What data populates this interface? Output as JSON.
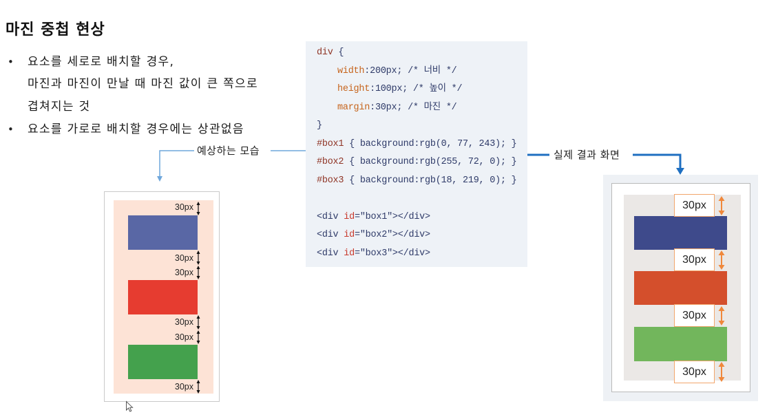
{
  "slide": {
    "title": "마진 중첩 현상",
    "bullet_symbol": "•",
    "bullets": [
      {
        "lines": [
          "요소를 세로로 배치할 경우,",
          "마진과 마진이 만날 때 마진 값이 큰 쪽으로",
          "겹쳐지는 것"
        ]
      },
      {
        "lines": [
          "요소를 가로로 배치할 경우에는 상관없음"
        ]
      }
    ]
  },
  "code": {
    "lines": [
      [
        "div",
        " {"
      ],
      [
        "width",
        ":200px; /* 너비 */"
      ],
      [
        "height",
        ":100px; /* 높이 */"
      ],
      [
        "margin",
        ":30px; /* 마진 */"
      ],
      [
        "}"
      ],
      [
        "#box1",
        " { background:rgb(0, 77, 243); }"
      ],
      [
        "#box2",
        " { background:rgb(255, 72, 0); }"
      ],
      [
        "#box3",
        " { background:rgb(18, 219, 0); }"
      ],
      [],
      [
        "<div ",
        "id",
        "=\"box1\"></div>"
      ],
      [
        "<div ",
        "id",
        "=\"box2\"></div>"
      ],
      [
        "<div ",
        "id",
        "=\"box3\"></div>"
      ]
    ]
  },
  "callouts": {
    "expected_label": "예상하는 모습",
    "actual_label": "실제 결과 화면"
  },
  "expected_diagram": {
    "margin_labels": [
      "30px",
      "30px",
      "30px",
      "30px",
      "30px",
      "30px"
    ]
  },
  "actual_diagram": {
    "margin_labels": [
      "30px",
      "30px",
      "30px",
      "30px"
    ]
  },
  "colors": {
    "code-bg": "#eef2f7",
    "code-text": "#2e3a68",
    "code-selector": "#8f3425",
    "code-property": "#c6641c",
    "code-attribute": "#c8392c",
    "expected-bg": "#fde3d6",
    "expected-box1": "#5967a5",
    "expected-box2": "#e63c30",
    "expected-box3": "#44a14d",
    "actual-box1": "#3e4a8b",
    "actual-box2": "#d44f2c",
    "actual-box3": "#72b65c",
    "actual-arrow": "#f0883b",
    "callout-expected": "#6fa7dc",
    "callout-actual": "#1f6fc1"
  }
}
